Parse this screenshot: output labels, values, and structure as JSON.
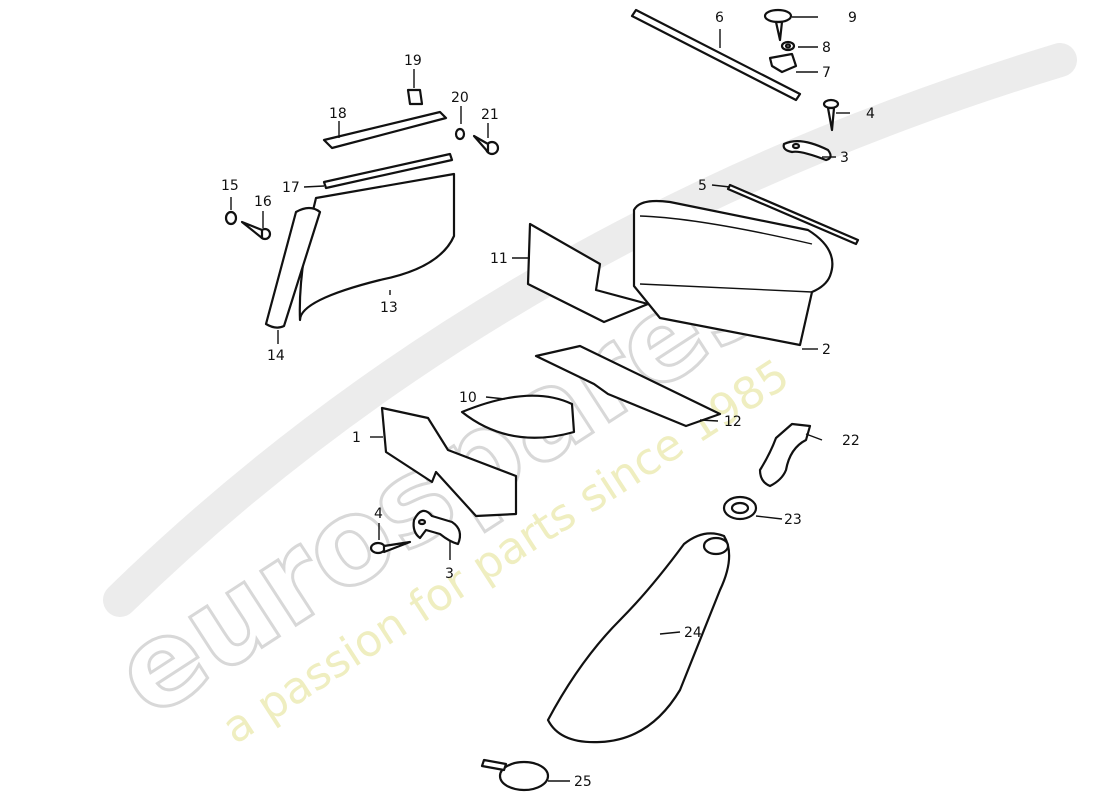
{
  "watermark": {
    "brand": "eurospares",
    "tagline": "a passion for parts since 1985",
    "brand_color": "#d8d8d8",
    "tagline_color": "#efeec0"
  },
  "callouts": {
    "c1": "1",
    "c2": "2",
    "c3a": "3",
    "c3b": "3",
    "c4a": "4",
    "c4b": "4",
    "c5": "5",
    "c6": "6",
    "c7": "7",
    "c8": "8",
    "c9": "9",
    "c10": "10",
    "c11": "11",
    "c12": "12",
    "c13": "13",
    "c14": "14",
    "c15": "15",
    "c16": "16",
    "c17": "17",
    "c18": "18",
    "c19": "19",
    "c20": "20",
    "c21": "21",
    "c22": "22",
    "c23": "23",
    "c24": "24",
    "c25": "25"
  }
}
